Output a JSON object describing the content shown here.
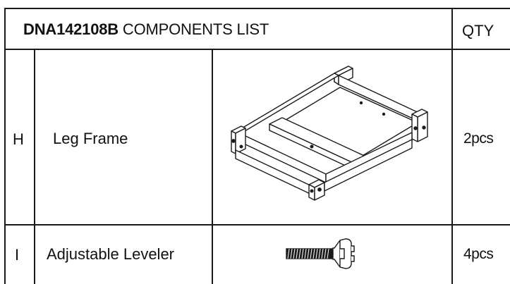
{
  "header": {
    "code": "DNA142108B",
    "title": "COMPONENTS LIST",
    "qty_label": "QTY"
  },
  "rows": [
    {
      "letter": "H",
      "name": "Leg Frame",
      "qty": "2pcs",
      "icon": "leg-frame-drawing"
    },
    {
      "letter": "I",
      "name": "Adjustable Leveler",
      "qty": "4pcs",
      "icon": "leveler-screw-drawing"
    }
  ]
}
